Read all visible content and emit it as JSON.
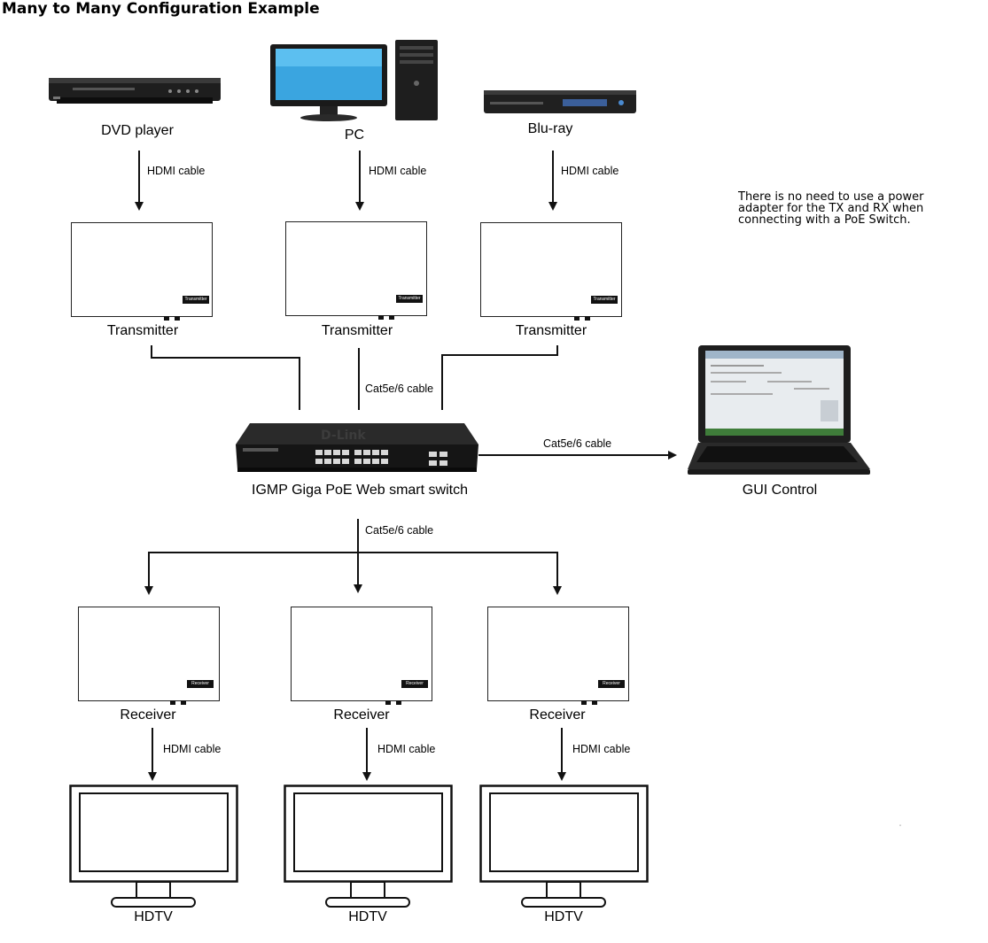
{
  "title": "Many to Many Configuration Example",
  "note": "There is no need to use a power adapter for the TX and RX when connecting with a PoE Switch.",
  "sources": [
    {
      "label": "DVD player",
      "icon": "dvd-player-icon"
    },
    {
      "label": "PC",
      "icon": "desktop-pc-icon"
    },
    {
      "label": "Blu-ray",
      "icon": "bluray-player-icon"
    }
  ],
  "cable_labels": {
    "hdmi": "HDMI cable",
    "cat": "Cat5e/6 cable"
  },
  "transmitters": {
    "label": "Transmitter",
    "tag": "Transmitter"
  },
  "switch": {
    "label": "IGMP Giga PoE Web smart switch",
    "icon": "network-switch-icon"
  },
  "gui": {
    "label": "GUI Control",
    "icon": "laptop-icon"
  },
  "receivers": {
    "label": "Receiver",
    "tag": "Receiver"
  },
  "displays": {
    "label": "HDTV",
    "icon": "hdtv-icon"
  },
  "stray_mark": "ׁ"
}
